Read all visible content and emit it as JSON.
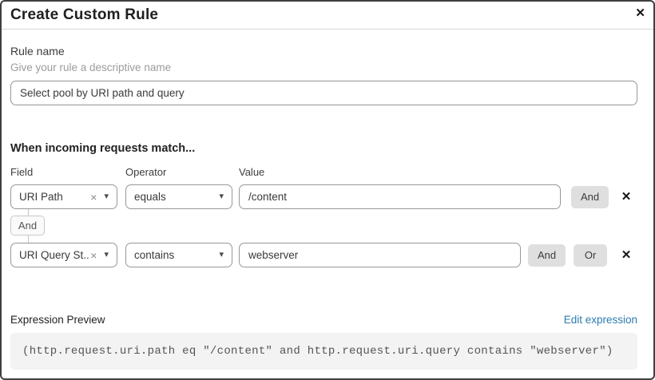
{
  "colors": {
    "link_blue": "#2c7cb0",
    "button_gray": "#dfdfdf",
    "input_border_gray": "#979797",
    "expression_box_bg": "#f3f3f3",
    "dialog_border": "#3f3f3f"
  },
  "icons": {
    "close": "✕",
    "remove_condition": "✕",
    "clear_field": "×",
    "dropdown_caret": "▾"
  },
  "dialog": {
    "title": "Create Custom Rule"
  },
  "rule_name": {
    "label": "Rule name",
    "helper": "Give your rule a descriptive name",
    "value": "Select pool by URI path and query"
  },
  "match": {
    "heading": "When incoming requests match...",
    "columns": {
      "field": "Field",
      "operator": "Operator",
      "value": "Value"
    },
    "connector_label": "And",
    "rows": [
      {
        "field": "URI Path",
        "operator": "equals",
        "value": "/content",
        "and_label": "And"
      },
      {
        "field": "URI Query St...",
        "operator": "contains",
        "value": "webserver",
        "and_label": "And",
        "or_label": "Or"
      }
    ]
  },
  "expression": {
    "label": "Expression Preview",
    "edit_link": "Edit expression",
    "code": "(http.request.uri.path eq \"/content\" and http.request.uri.query contains \"webserver\")"
  }
}
